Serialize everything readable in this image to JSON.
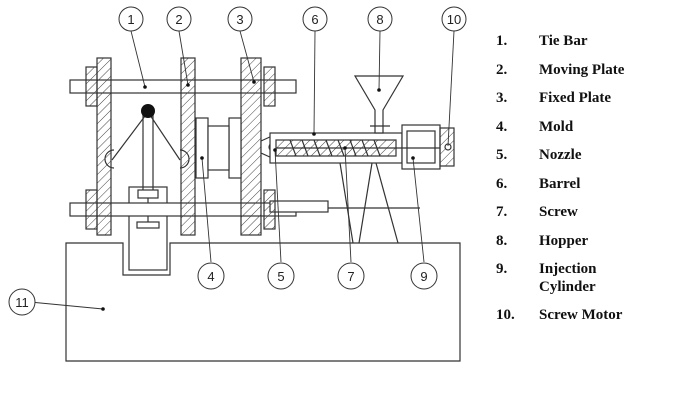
{
  "callouts": [
    "1",
    "2",
    "3",
    "4",
    "5",
    "6",
    "7",
    "8",
    "9",
    "10",
    "11"
  ],
  "legend": [
    {
      "num": "1.",
      "label": "Tie Bar"
    },
    {
      "num": "2.",
      "label": "Moving Plate"
    },
    {
      "num": "3.",
      "label": "Fixed Plate"
    },
    {
      "num": "4.",
      "label": "Mold"
    },
    {
      "num": "5.",
      "label": "Nozzle"
    },
    {
      "num": "6.",
      "label": "Barrel"
    },
    {
      "num": "7.",
      "label": "Screw"
    },
    {
      "num": "8.",
      "label": "Hopper"
    },
    {
      "num": "9.",
      "label": "Injection Cylinder"
    },
    {
      "num": "10.",
      "label": "Screw Motor"
    }
  ],
  "colors": {
    "line": "#333333",
    "background": "#ffffff"
  }
}
